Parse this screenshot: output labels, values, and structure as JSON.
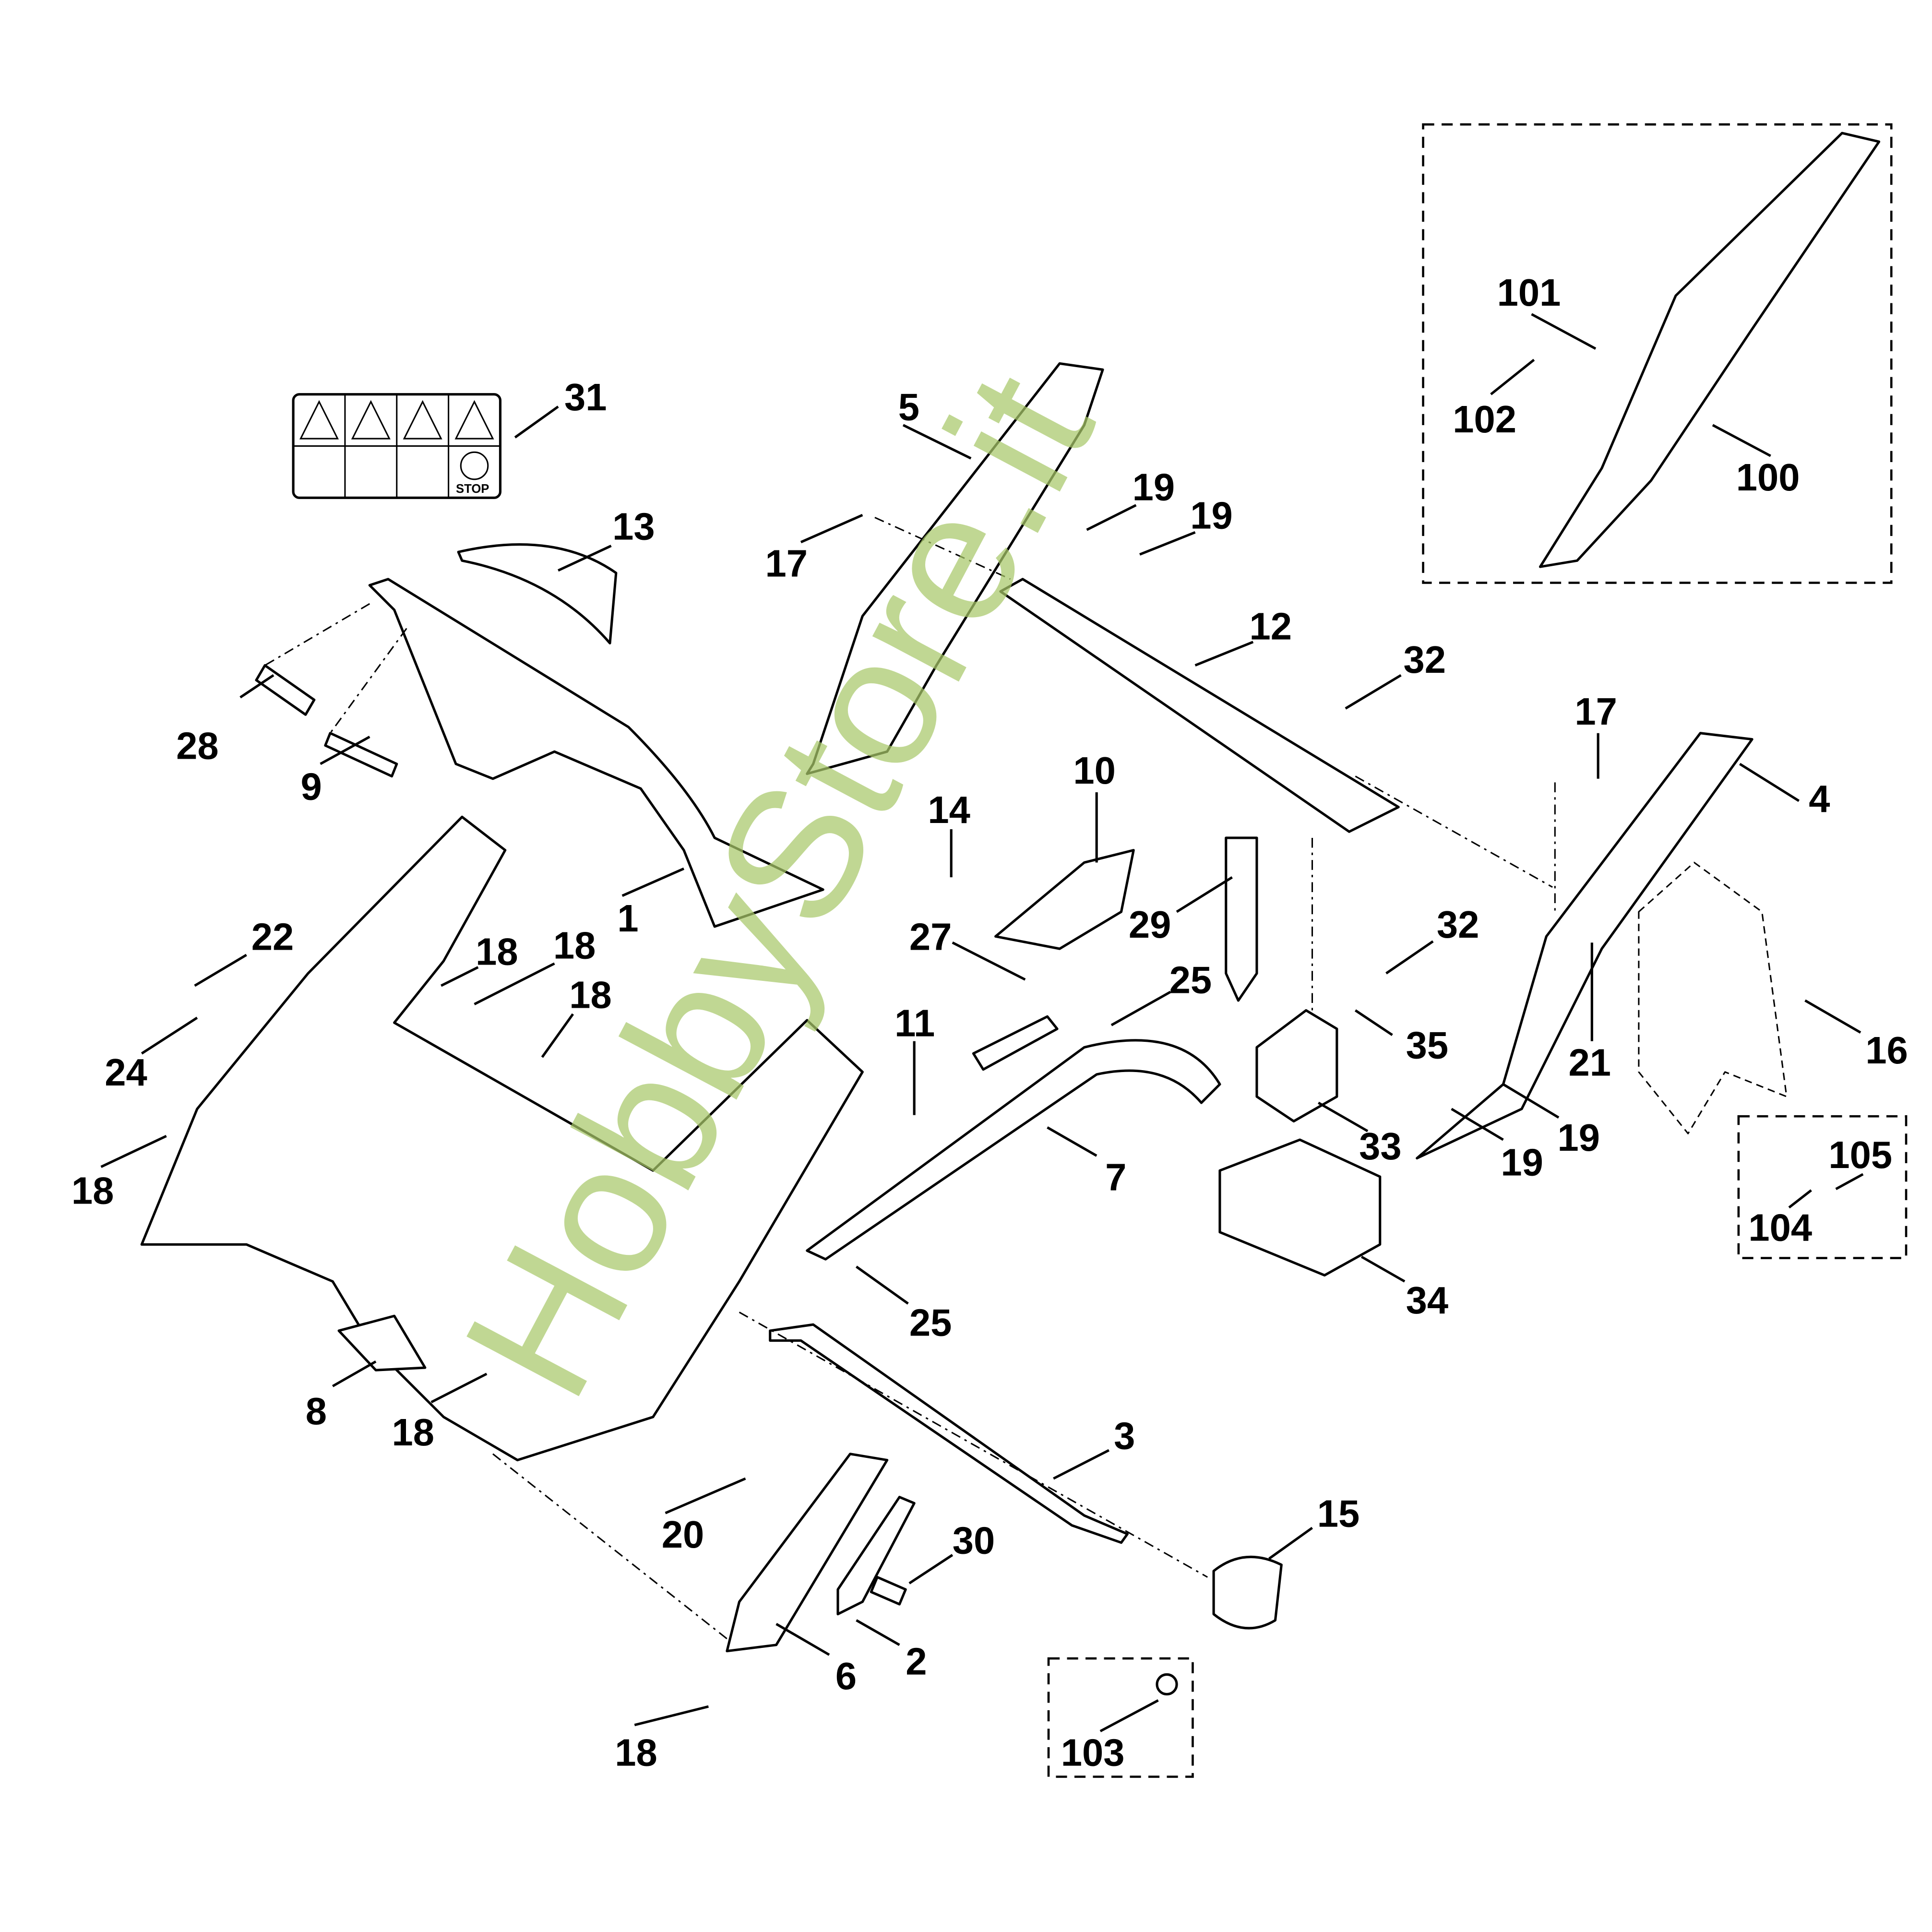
{
  "diagram": {
    "callouts": [
      "31",
      "13",
      "28",
      "9",
      "1",
      "5",
      "17",
      "19",
      "19",
      "12",
      "32",
      "17",
      "4",
      "14",
      "10",
      "27",
      "29",
      "32",
      "25",
      "35",
      "21",
      "16",
      "19",
      "19",
      "11",
      "7",
      "33",
      "34",
      "22",
      "18",
      "18",
      "18",
      "24",
      "18",
      "8",
      "18",
      "25",
      "3",
      "15",
      "20",
      "30",
      "2",
      "6",
      "18",
      "103",
      "101",
      "102",
      "100",
      "105",
      "104"
    ],
    "safety_sticker": {
      "stop_text": "STOP"
    },
    "watermark": "HobbyStore.it",
    "colors": {
      "watermark": "#a9c96a",
      "line": "#000000"
    }
  }
}
